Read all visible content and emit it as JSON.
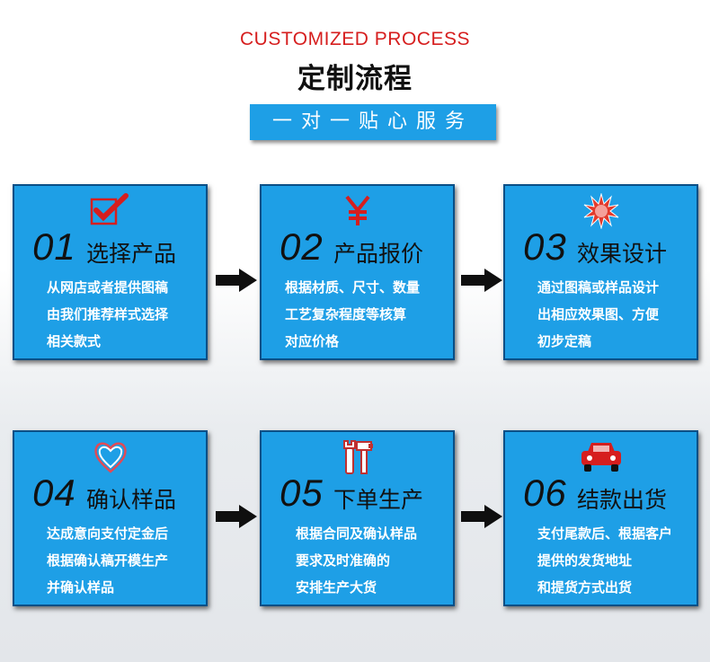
{
  "header": {
    "en_title": "CUSTOMIZED PROCESS",
    "cn_title": "定制流程",
    "ribbon": "一对一贴心服务"
  },
  "steps": [
    {
      "num": "01",
      "title": "选择产品",
      "icon": "checkmark-icon",
      "lines": [
        "从网店或者提供图稿",
        "由我们推荐样式选择",
        "相关款式"
      ]
    },
    {
      "num": "02",
      "title": "产品报价",
      "icon": "yen-icon",
      "lines": [
        "根据材质、尺寸、数量",
        "工艺复杂程度等核算",
        "对应价格"
      ]
    },
    {
      "num": "03",
      "title": "效果设计",
      "icon": "starburst-icon",
      "lines": [
        "通过图稿或样品设计",
        "出相应效果图、方便",
        "初步定稿"
      ]
    },
    {
      "num": "04",
      "title": "确认样品",
      "icon": "heart-icon",
      "lines": [
        "达成意向支付定金后",
        "根据确认稿开模生产",
        "并确认样品"
      ]
    },
    {
      "num": "05",
      "title": "下单生产",
      "icon": "tools-icon",
      "lines": [
        "根据合同及确认样品",
        "要求及时准确的",
        "安排生产大货"
      ]
    },
    {
      "num": "06",
      "title": "结款出货",
      "icon": "car-icon",
      "lines": [
        "支付尾款后、根据客户",
        "提供的发货地址",
        "和提货方式出货"
      ]
    }
  ],
  "colors": {
    "card": "#1e9fe6",
    "accent_red": "#d61e1e"
  }
}
